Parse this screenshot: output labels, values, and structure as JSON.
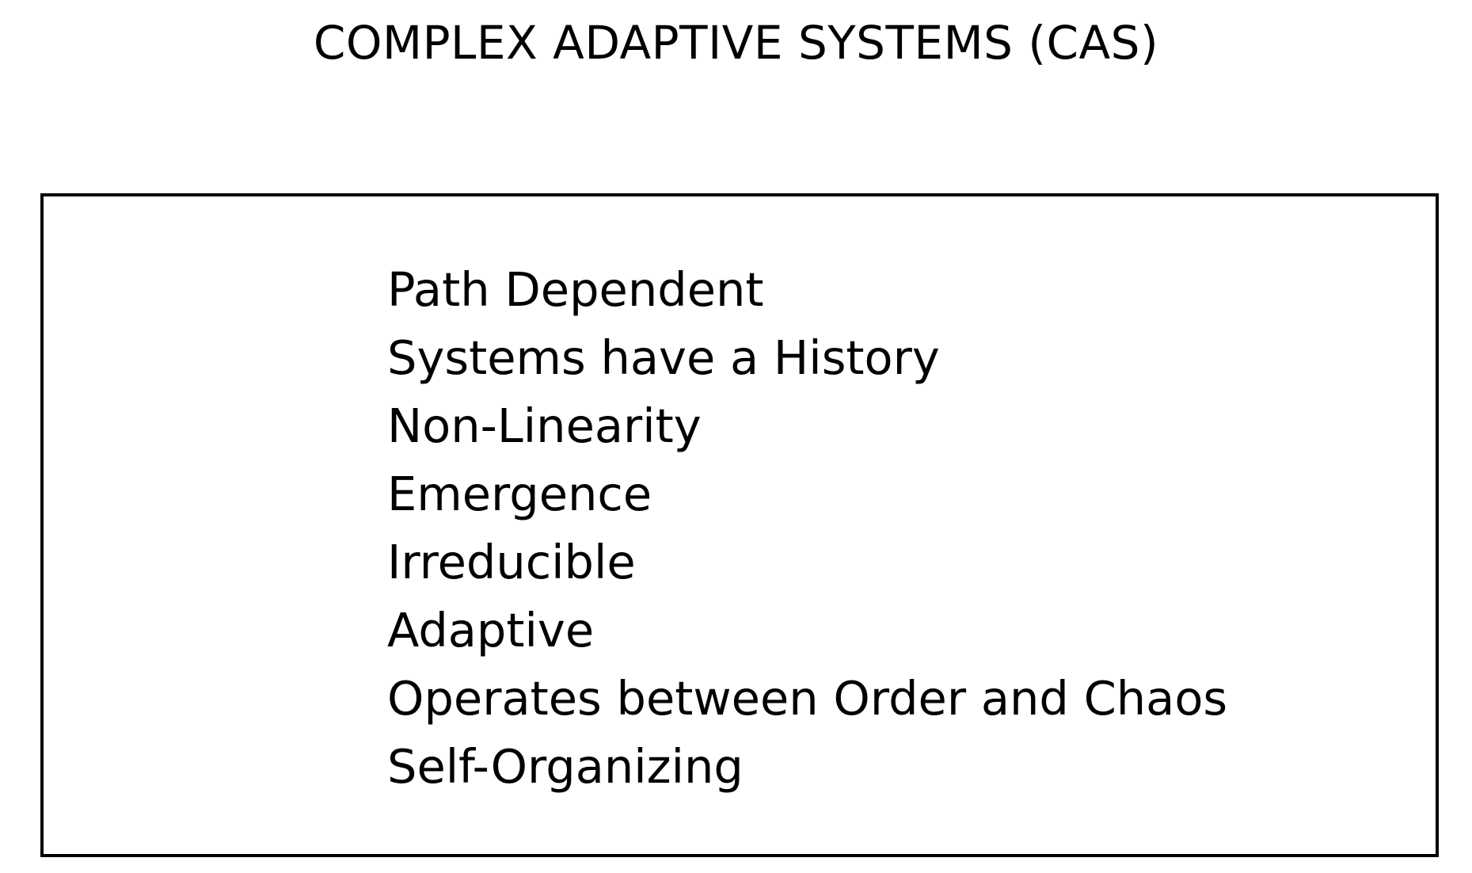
{
  "title": "COMPLEX ADAPTIVE SYSTEMS (CAS)",
  "characteristics": [
    "Path Dependent",
    "Systems have a History",
    "Non-Linearity",
    "Emergence",
    "Irreducible",
    "Adaptive",
    "Operates between Order and Chaos",
    "Self-Organizing"
  ]
}
